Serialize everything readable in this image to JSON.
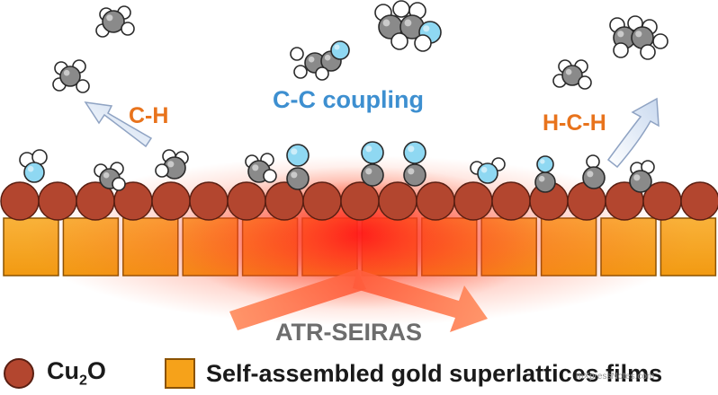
{
  "labels": {
    "ch": "C-H",
    "cc": "C-C coupling",
    "hch": "H-C-H",
    "atr": "ATR-SEIRAS"
  },
  "legend": {
    "cu2o_prefix": "Cu",
    "cu2o_sub": "2",
    "cu2o_suffix": "O",
    "gold": "Self-assembled gold superlattices films"
  },
  "watermark": "mXpressNotes.com",
  "colors": {
    "cu2o": "#b3462f",
    "gold": "#f6a21a",
    "orange_text": "#e8731c",
    "blue_text": "#3d8fd0",
    "gray_text": "#6d6d6d",
    "carbon": "#8a8a8a",
    "oxygen": "#8fd8f2",
    "hydrogen": "#ffffff"
  }
}
